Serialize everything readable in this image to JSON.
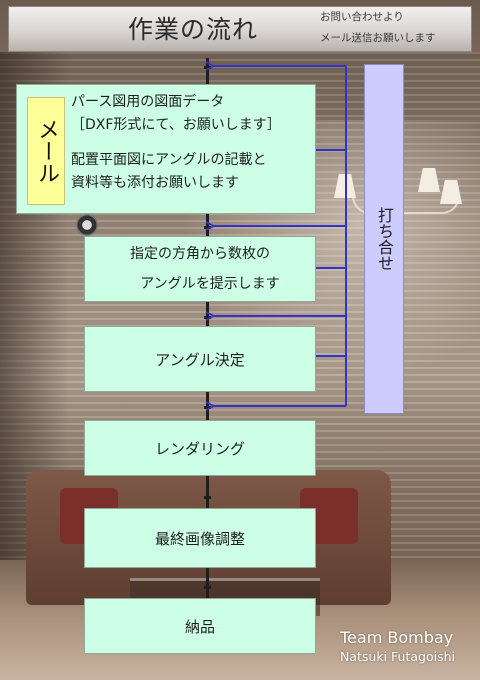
{
  "header": {
    "title": "作業の流れ",
    "contact_line1": "お問い合わせより",
    "contact_line2": "メール送信お願いします"
  },
  "mail_step": {
    "badge": "メール",
    "line1": "パース図用の図面データ",
    "line2": "［DXF形式にて、お願いします］",
    "line3": "配置平面図にアングルの記載と",
    "line4": "資料等も添付お願いします"
  },
  "angle_step": {
    "line1": "指定の方角から数枚の",
    "line2": "アングルを提示します"
  },
  "steps": {
    "angle_decision": "アングル決定",
    "rendering": "レンダリング",
    "adjustment": "最終画像調整",
    "delivery": "納品"
  },
  "meeting": {
    "label": "打ち合せ"
  },
  "credit": {
    "team": "Team Bombay",
    "name": "Natsuki Futagoishi"
  },
  "colors": {
    "step_fill": "#ccffe6",
    "badge_fill": "#ffff99",
    "meeting_fill": "#ccccff",
    "arrow": "#3333cc"
  }
}
